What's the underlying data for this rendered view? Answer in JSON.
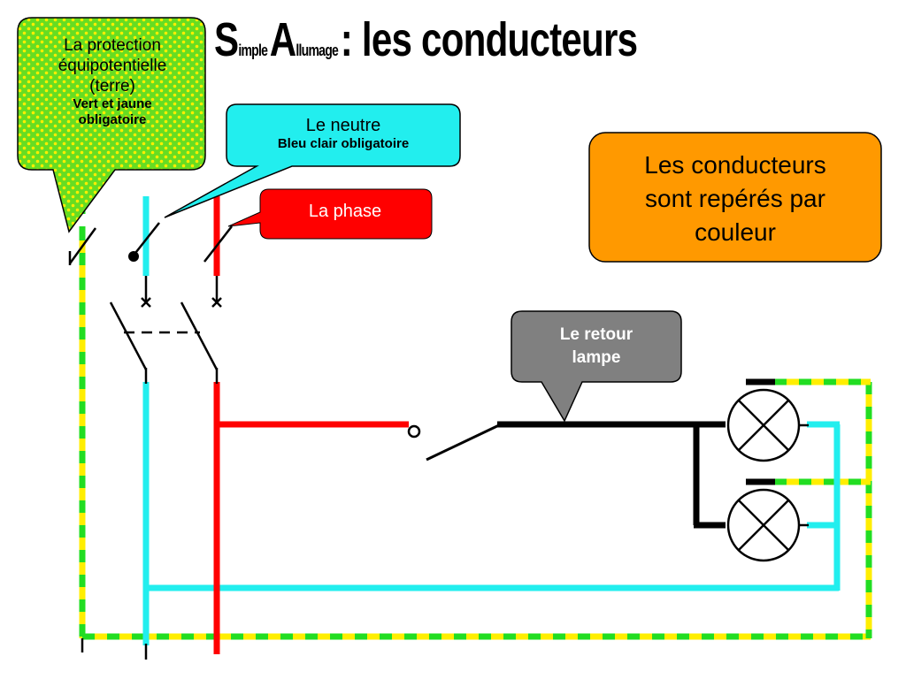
{
  "title": {
    "s_letter": "S",
    "s_rest": "imple",
    "a_letter": "A",
    "a_rest": "llumage",
    "rest": ": les conducteurs"
  },
  "callouts": {
    "earth": {
      "line1": "La protection",
      "line2": "équipotentielle",
      "line3": "(terre)",
      "bold1": "Vert et jaune",
      "bold2": "obligatoire",
      "fill": "#66dd22",
      "dot": "#ffee00"
    },
    "neutral": {
      "label": "Le neutre",
      "bold": "Bleu clair obligatoire",
      "fill": "#22eeee"
    },
    "phase": {
      "label": "La phase",
      "fill": "#ff0000"
    },
    "return": {
      "line1": "Le retour",
      "line2": "lampe",
      "fill": "#808080"
    },
    "info": {
      "line1": "Les conducteurs",
      "line2": "sont repérés par",
      "line3": "couleur",
      "fill": "#ff9900"
    }
  },
  "wire_colors": {
    "earth_yellow": "#ffee00",
    "earth_green": "#22dd22",
    "neutral": "#22eeee",
    "phase": "#ff0000",
    "return": "#000000"
  }
}
